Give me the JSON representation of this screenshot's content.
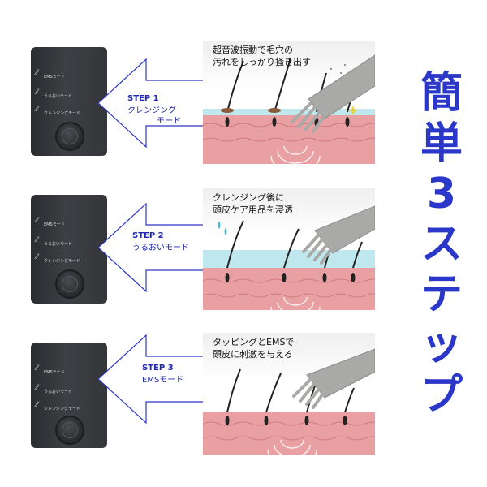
{
  "title": {
    "chars": [
      "簡",
      "単",
      "3",
      "ス",
      "テ",
      "ッ",
      "プ"
    ]
  },
  "colors": {
    "accent": "#2b37c8",
    "step_text": "#1f2ab0",
    "skin": "#e8a0a2",
    "skin_dark": "#d27b80",
    "water": "#bfe8ee",
    "device": "#34363a"
  },
  "steps": [
    {
      "label": "STEP 1",
      "text_lines": [
        "クレンジング",
        "モード"
      ],
      "caption_lines": [
        "超音波振動で毛穴の",
        "汚れをしっかり掻き出す"
      ],
      "device_modes": [
        "EMSモード",
        "うるおいモード",
        "クレンジングモード"
      ]
    },
    {
      "label": "STEP 2",
      "text_lines": [
        "うるおいモード"
      ],
      "caption_lines": [
        "クレンジング後に",
        "頭皮ケア用品を浸透"
      ],
      "device_modes": [
        "EMSモード",
        "うるおいモード",
        "クレンジングモード"
      ]
    },
    {
      "label": "STEP 3",
      "text_lines": [
        "EMSモード"
      ],
      "caption_lines": [
        "タッピングとEMSで",
        "頭皮に刺激を与える"
      ],
      "device_modes": [
        "EMSモード",
        "うるおいモード",
        "クレンジングモード"
      ]
    }
  ]
}
